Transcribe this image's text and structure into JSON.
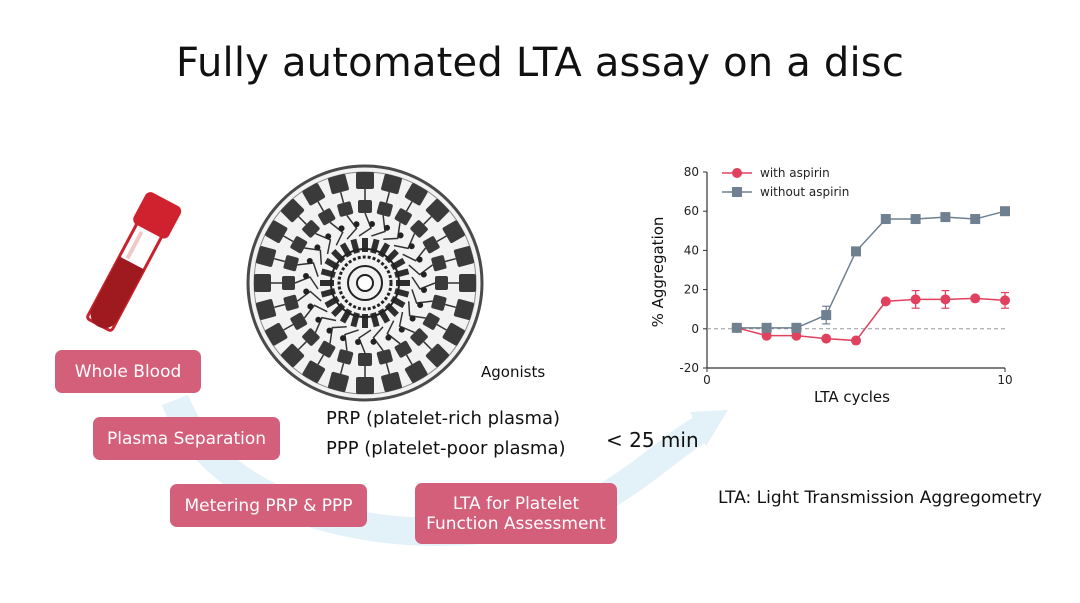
{
  "title": "Fully automated LTA assay on a disc",
  "steps": {
    "whole_blood": "Whole Blood",
    "plasma_separation": "Plasma Separation",
    "metering": "Metering PRP & PPP",
    "lta_line1": "LTA for Platelet",
    "lta_line2": "Function Assessment"
  },
  "labels": {
    "agonists": "Agonists",
    "prp": "PRP (platelet-rich plasma)",
    "ppp": "PPP (platelet-poor plasma)",
    "time": "< 25 min",
    "lta_def": "LTA: Light Transmission Aggregometry"
  },
  "colors": {
    "step_fill": "#d45f7a",
    "arrow": "#e3f1f8",
    "aspirin": "#e0415e",
    "no_aspirin": "#6f8090"
  },
  "chart_data": {
    "type": "line",
    "xlabel": "LTA cycles",
    "ylabel": "% Aggregation",
    "xlim": [
      0,
      10
    ],
    "ylim": [
      -20,
      80
    ],
    "xticks": [
      "0",
      "10"
    ],
    "yticks": [
      "80",
      "60",
      "40",
      "20",
      "0",
      "-20"
    ],
    "legend_position": "top-left",
    "series": [
      {
        "name": "with aspirin",
        "marker": "circle",
        "color": "#e0415e",
        "x": [
          1,
          2,
          3,
          4,
          5,
          6,
          7,
          8,
          9,
          10
        ],
        "y": [
          0.5,
          -3.5,
          -3.5,
          -5,
          -6,
          14,
          15,
          15,
          15.5,
          14.5
        ],
        "err": [
          0,
          0,
          0,
          0,
          0,
          1,
          4.5,
          4.5,
          1,
          4
        ]
      },
      {
        "name": "without aspirin",
        "marker": "square",
        "color": "#6f8090",
        "x": [
          1,
          2,
          3,
          4,
          5,
          6,
          7,
          8,
          9,
          10
        ],
        "y": [
          0.5,
          0.5,
          0.5,
          7,
          39.5,
          56,
          56,
          57,
          56,
          60
        ],
        "err": [
          0,
          0,
          0,
          4.5,
          0,
          0,
          0,
          0,
          0,
          0
        ]
      }
    ]
  }
}
